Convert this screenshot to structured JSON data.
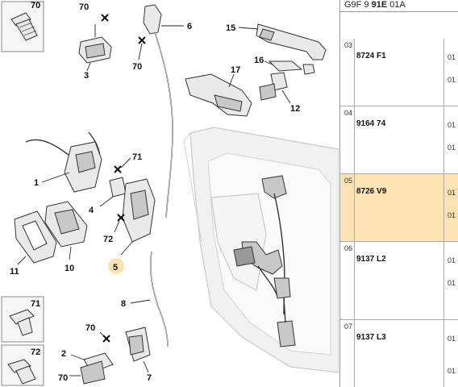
{
  "diagram": {
    "callouts": [
      "70",
      "70",
      "6",
      "15",
      "16",
      "17",
      "12",
      "3",
      "70",
      "71",
      "1",
      "4",
      "72",
      "11",
      "10",
      "5",
      "8",
      "70",
      "2",
      "7",
      "70",
      "71",
      "72"
    ]
  },
  "panel": {
    "title_prefix": "G9F 9 ",
    "title_bold": "91E",
    "title_suffix": " 01A",
    "rows": [
      {
        "idx": "03",
        "ref": "8724 F1",
        "q1": "01",
        "q2": "01"
      },
      {
        "idx": "04",
        "ref": "9164 74",
        "q1": "01",
        "q2": "01"
      },
      {
        "idx": "05",
        "ref": "8726 V9",
        "q1": "01",
        "q2": "01"
      },
      {
        "idx": "06",
        "ref": "9137 L2",
        "q1": "01",
        "q2": "01"
      },
      {
        "idx": "07",
        "ref": "9137 L3",
        "q1": "01",
        "q2": "01"
      }
    ]
  }
}
